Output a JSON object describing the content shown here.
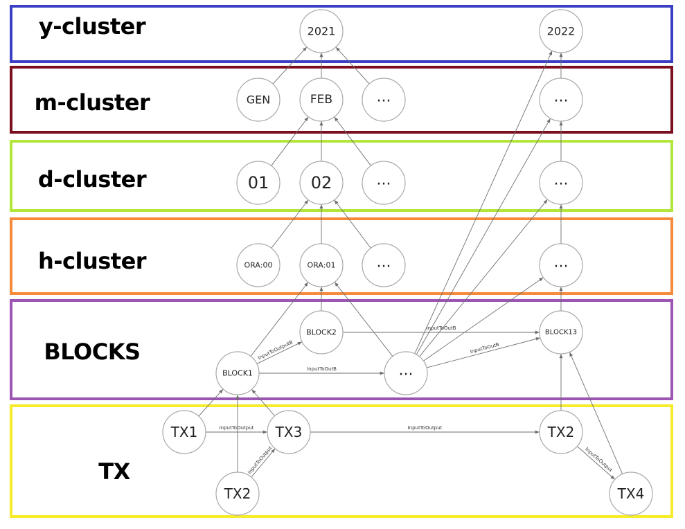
{
  "bands": [
    {
      "id": "y",
      "label": "y-cluster",
      "color": "#3a3fc4"
    },
    {
      "id": "m",
      "label": "m-cluster",
      "color": "#7b0f1e"
    },
    {
      "id": "d",
      "label": "d-cluster",
      "color": "#b2e63a"
    },
    {
      "id": "h",
      "label": "h-cluster",
      "color": "#f58a3b"
    },
    {
      "id": "blocks",
      "label": "BLOCKS",
      "color": "#9c55b2"
    },
    {
      "id": "tx",
      "label": "TX",
      "color": "#f7ec2c"
    }
  ],
  "nodes": [
    {
      "id": "y2021",
      "label": "2021"
    },
    {
      "id": "y2022",
      "label": "2022"
    },
    {
      "id": "mGEN",
      "label": "GEN"
    },
    {
      "id": "mFEB",
      "label": "FEB"
    },
    {
      "id": "mEll",
      "label": "..."
    },
    {
      "id": "mEll2",
      "label": "..."
    },
    {
      "id": "d01",
      "label": "01"
    },
    {
      "id": "d02",
      "label": "02"
    },
    {
      "id": "dEll",
      "label": "..."
    },
    {
      "id": "dEll2",
      "label": "..."
    },
    {
      "id": "h00",
      "label": "ORA:00"
    },
    {
      "id": "h01",
      "label": "ORA:01"
    },
    {
      "id": "hEll",
      "label": "..."
    },
    {
      "id": "hEll2",
      "label": "..."
    },
    {
      "id": "block2",
      "label": "BLOCK2"
    },
    {
      "id": "block1",
      "label": "BLOCK1"
    },
    {
      "id": "bEll",
      "label": "..."
    },
    {
      "id": "block13",
      "label": "BLOCK13"
    },
    {
      "id": "tx1",
      "label": "TX1"
    },
    {
      "id": "tx3",
      "label": "TX3"
    },
    {
      "id": "tx2a",
      "label": "TX2"
    },
    {
      "id": "tx2b",
      "label": "TX2"
    },
    {
      "id": "tx4",
      "label": "TX4"
    }
  ],
  "edges": [
    {
      "from": "mGEN",
      "to": "y2021"
    },
    {
      "from": "mFEB",
      "to": "y2021"
    },
    {
      "from": "mEll",
      "to": "y2021"
    },
    {
      "from": "mEll2",
      "to": "y2022"
    },
    {
      "from": "d01",
      "to": "mFEB"
    },
    {
      "from": "d02",
      "to": "mFEB"
    },
    {
      "from": "dEll",
      "to": "mFEB"
    },
    {
      "from": "dEll2",
      "to": "mEll2"
    },
    {
      "from": "h00",
      "to": "d02"
    },
    {
      "from": "h01",
      "to": "d02"
    },
    {
      "from": "hEll",
      "to": "d02"
    },
    {
      "from": "hEll2",
      "to": "dEll2"
    },
    {
      "from": "block2",
      "to": "h01"
    },
    {
      "from": "block1",
      "to": "h01"
    },
    {
      "from": "bEll",
      "to": "h01"
    },
    {
      "from": "block13",
      "to": "hEll2"
    },
    {
      "from": "bEll",
      "to": "y2022"
    },
    {
      "from": "bEll",
      "to": "mEll2"
    },
    {
      "from": "bEll",
      "to": "dEll2"
    },
    {
      "from": "bEll",
      "to": "hEll2"
    },
    {
      "from": "block1",
      "to": "block2",
      "label": "InputToOutputB"
    },
    {
      "from": "block1",
      "to": "bEll",
      "label": "InputToOutB"
    },
    {
      "from": "block2",
      "to": "block13",
      "label": "InputToOutB"
    },
    {
      "from": "bEll",
      "to": "block13",
      "label": "InputToOutB"
    },
    {
      "from": "tx1",
      "to": "block1"
    },
    {
      "from": "tx3",
      "to": "block1"
    },
    {
      "from": "tx2a",
      "to": "block1"
    },
    {
      "from": "tx2b",
      "to": "block13"
    },
    {
      "from": "tx4",
      "to": "block13"
    },
    {
      "from": "tx1",
      "to": "tx3",
      "label": "InputToOutput"
    },
    {
      "from": "tx2a",
      "to": "tx3",
      "label": "InputToOutput"
    },
    {
      "from": "tx3",
      "to": "tx2b",
      "label": "InputToOutput"
    },
    {
      "from": "tx2b",
      "to": "tx4",
      "label": "InputToOutput"
    }
  ]
}
